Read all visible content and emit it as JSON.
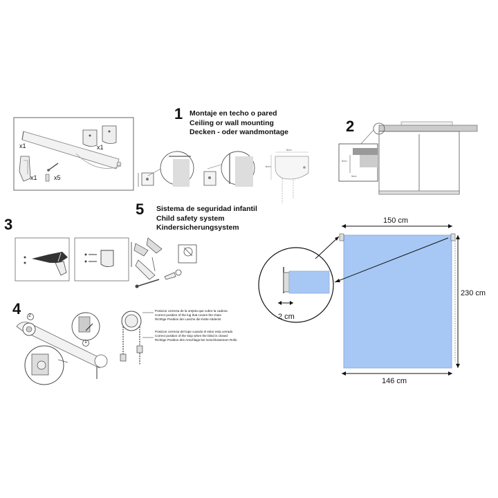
{
  "steps": {
    "s1": {
      "num": "1",
      "lines": [
        "Montaje en techo o pared",
        "Ceiling or wall mounting",
        "Decken - oder wandmontage"
      ]
    },
    "s2": {
      "num": "2"
    },
    "s3": {
      "num": "3"
    },
    "s4": {
      "num": "4"
    },
    "s5": {
      "num": "5",
      "lines": [
        "Sistema de seguridad infantil",
        "Child safety system",
        "Kindersicherungsystem"
      ]
    }
  },
  "parts": {
    "rail_qty": "x1",
    "bracket_qty": "x1",
    "clip_qty": "x1",
    "screw_qty": "x5"
  },
  "chain_notes": {
    "lug": [
      "Posicion correcta de la orejeta que cubre la cadena",
      "Correct position of the lug that covers the chain",
      "Richtige Position der Lasche die Kette Abdeckt"
    ],
    "stop": [
      "Posicion correcta del tope cuando el estor esta cerrado",
      "Correct position of the stop when the blind is closed",
      "Richtige Position des Anschlags bei Geschlossenem Rollo"
    ]
  },
  "step4": {
    "marker_1": "1",
    "marker_2": "2"
  },
  "dimensions": {
    "top_width": "150 cm",
    "height": "230 cm",
    "bottom_width": "146 cm",
    "side_gap": "2 cm"
  },
  "small_labels": {
    "s2_a": "5cm",
    "s2_b": "5cm",
    "s1_w": "6cm",
    "s1_h": "8cm"
  },
  "colors": {
    "blind_fill": "#a7c7f4",
    "blind_stroke": "#8eaedc",
    "line": "#111111",
    "grey": "#888888"
  }
}
